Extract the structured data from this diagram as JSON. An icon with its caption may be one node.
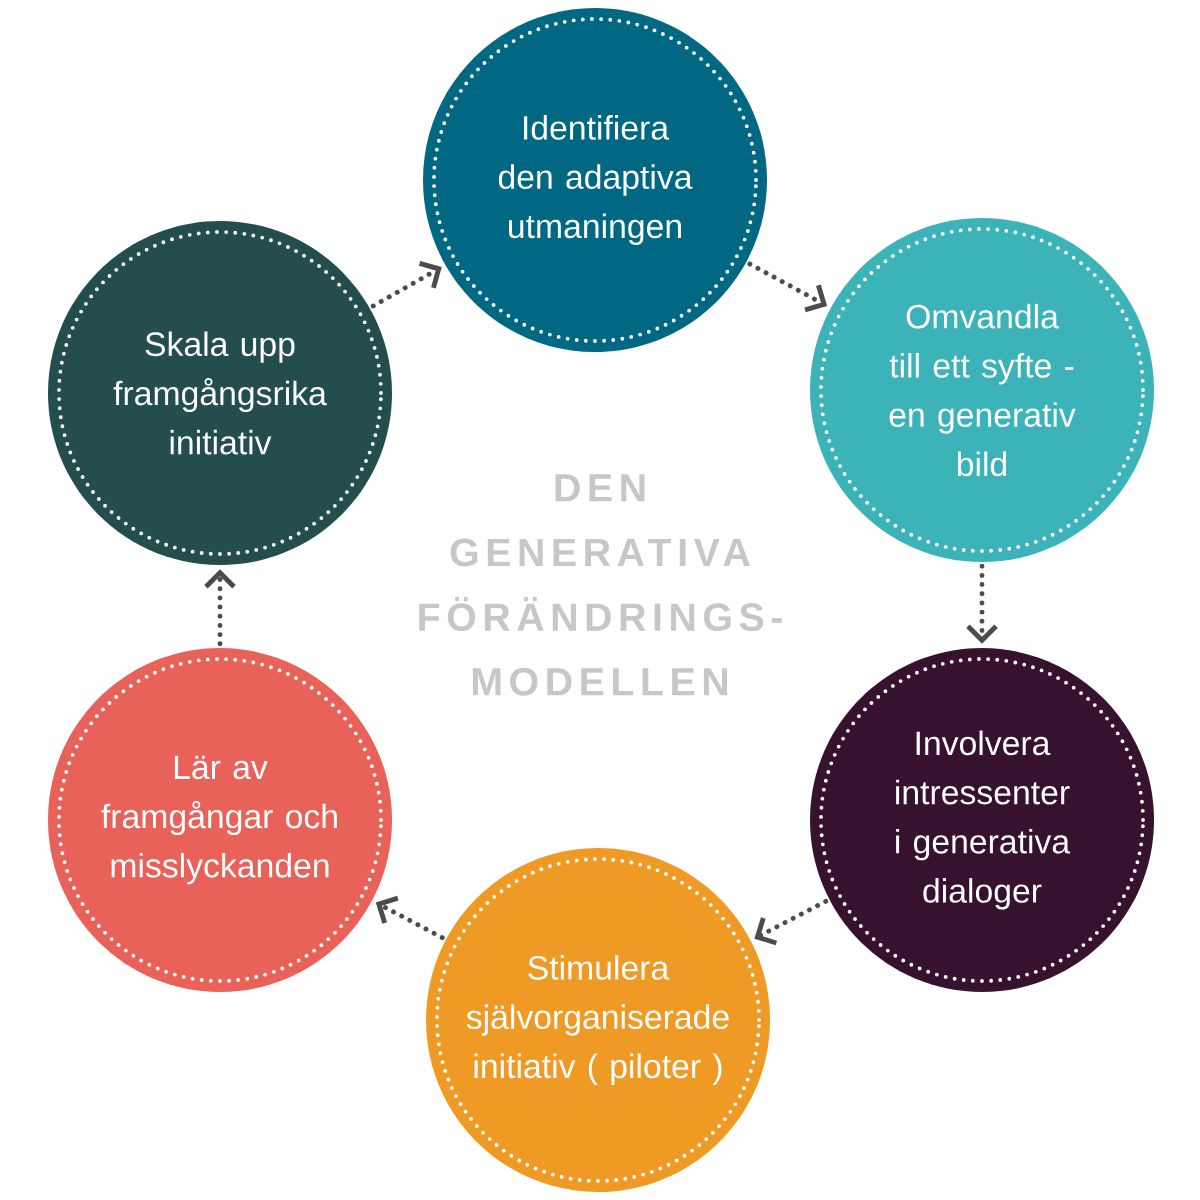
{
  "diagram": {
    "title": "DEN GENERATIVA FÖRÄNDRINGS- MODELLEN",
    "nodes": [
      {
        "text": [
          "Identifiera den adaptiva utmaningen"
        ]
      },
      {
        "text": [
          "Omvandla till ett syfte - en generativ bild"
        ]
      },
      {
        "text": [
          "Involvera intressenter i generativa dialoger"
        ]
      },
      {
        "text": [
          "Stimulera självorganiserade initiativ ( piloter )"
        ]
      },
      {
        "text": [
          "Lär av framgångar och misslyckanden"
        ]
      },
      {
        "text": [
          "Skala upp framgångsrika initiativ"
        ]
      }
    ],
    "edges": [
      {
        "from": 0,
        "to": 1,
        "arrow": "to",
        "style": "dashed"
      },
      {
        "from": 1,
        "to": 2,
        "arrow": "to",
        "style": "dashed"
      },
      {
        "from": 2,
        "to": 3,
        "arrow": "to",
        "style": "dashed"
      },
      {
        "from": 3,
        "to": 4,
        "arrow": "to",
        "style": "dashed"
      },
      {
        "from": 4,
        "to": 5,
        "arrow": "to",
        "style": "dashed"
      },
      {
        "from": 5,
        "to": 0,
        "arrow": "to",
        "style": "dashed"
      }
    ]
  }
}
